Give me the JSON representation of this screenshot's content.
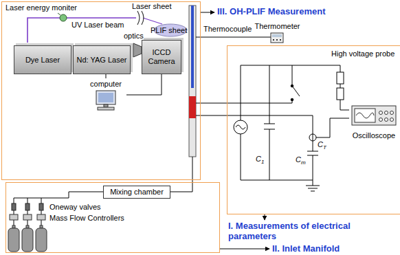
{
  "diagram": {
    "nodes": [
      {
        "text": [
          "III. OH-PLIF Measurement"
        ]
      },
      {
        "text": [
          "Dye Laser"
        ],
        "in": 0
      },
      {
        "text": [
          "Nd: YAG Laser"
        ],
        "in": 0
      },
      {
        "text": [
          "ICCD Camera"
        ],
        "in": 0
      },
      {
        "text": [
          "computer"
        ],
        "in": 0
      },
      {
        "text": [
          "Thermometer"
        ]
      },
      {
        "text": [
          "I. Measurements of electrical parameters"
        ]
      },
      {
        "text": [
          "Oscilloscope"
        ],
        "in": 6
      },
      {
        "text": [
          "II. Inlet Manifold"
        ]
      },
      {
        "text": [
          "Mixing chamber"
        ],
        "in": 8
      }
    ],
    "edges": [
      {
        "from": 4,
        "to": 2,
        "arrow": "none"
      },
      {
        "from": 4,
        "to": 3,
        "arrow": "none"
      }
    ],
    "labels": [
      "Laser energy moniter",
      "UV Laser beam",
      "Laser sheet",
      "optics",
      "PLIF sheet",
      "Thermocouple",
      "High voltage probe",
      "C1",
      "Cm",
      "CT",
      "Oneway valves",
      "Mass Flow Controllers"
    ]
  }
}
